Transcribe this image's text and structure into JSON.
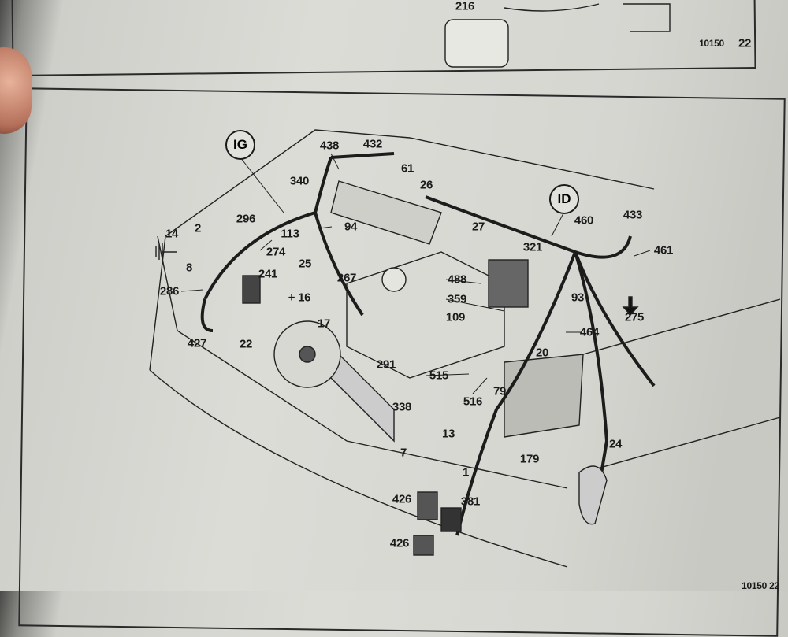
{
  "top_figure": {
    "label_216": "216",
    "figure_code": "10150",
    "figure_number": "22"
  },
  "main_figure": {
    "callouts": {
      "IG": "IG",
      "ID": "ID"
    },
    "labels": {
      "l438": "438",
      "l432": "432",
      "l61": "61",
      "l340": "340",
      "l26": "26",
      "l296": "296",
      "l460": "460",
      "l433": "433",
      "l2": "2",
      "l14": "14",
      "l113": "113",
      "l94": "94",
      "l27": "27",
      "l274": "274",
      "l321": "321",
      "l461": "461",
      "l25": "25",
      "l8": "8",
      "l241": "241",
      "l267": "267",
      "l488": "488",
      "l286": "286",
      "l16": "+ 16",
      "l93": "93",
      "l359": "359",
      "l275": "275",
      "l109": "109",
      "l17": "17",
      "l464": "464",
      "l427": "427",
      "l22": "22",
      "l20": "20",
      "l291": "291",
      "l515": "515",
      "l79": "79",
      "l516": "516",
      "l338": "338",
      "l13": "13",
      "l24": "24",
      "l7": "7",
      "l179": "179",
      "l1": "1",
      "l426a": "426",
      "l381": "381",
      "l426b": "426"
    },
    "figure_code": "10150 22"
  }
}
